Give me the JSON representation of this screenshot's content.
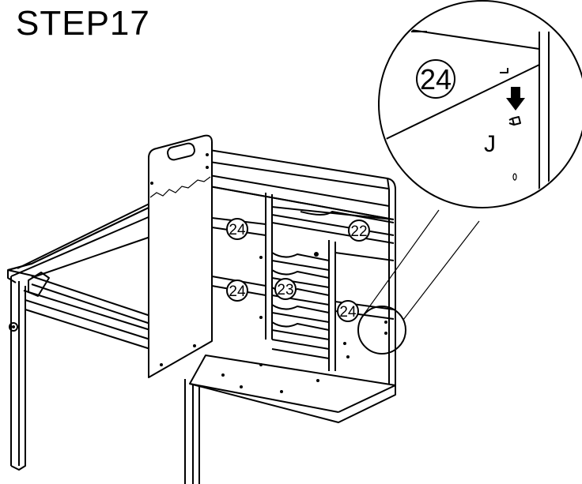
{
  "title": "STEP17",
  "callouts": [
    {
      "id": "c-24-topleft",
      "label": "24"
    },
    {
      "id": "c-22",
      "label": "22"
    },
    {
      "id": "c-24-midleft",
      "label": "24"
    },
    {
      "id": "c-23",
      "label": "23"
    },
    {
      "id": "c-24-right",
      "label": "24"
    }
  ],
  "detail": {
    "part_label": "24",
    "hardware_label": "J"
  }
}
